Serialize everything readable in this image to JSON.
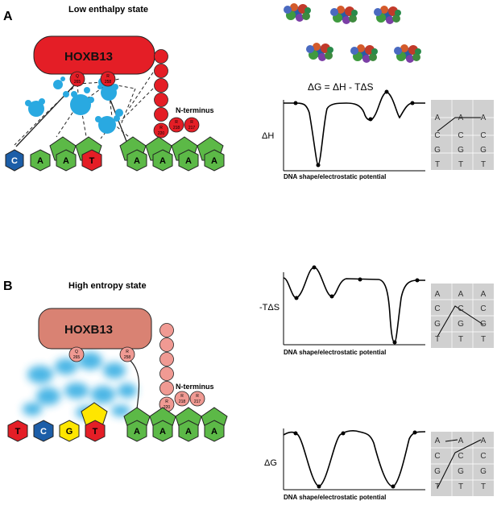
{
  "panels": {
    "a_label": "A",
    "b_label": "B",
    "a_title": "Low enthalpy state",
    "b_title": "High entropy state"
  },
  "protein": {
    "name": "HOXB13",
    "n_terminus": "N-terminus",
    "a_residues": [
      {
        "aa": "Q",
        "num": "265"
      },
      {
        "aa": "R",
        "num": "258"
      },
      {
        "aa": "R",
        "num": "220"
      },
      {
        "aa": "R",
        "num": "218"
      },
      {
        "aa": "R",
        "num": "217"
      }
    ],
    "b_residues": [
      {
        "aa": "Q",
        "num": "265"
      },
      {
        "aa": "R",
        "num": "258"
      },
      {
        "aa": "R",
        "num": "220"
      },
      {
        "aa": "R",
        "num": "218"
      },
      {
        "aa": "R",
        "num": "217"
      }
    ]
  },
  "dna": {
    "a_bases": [
      "C",
      "A",
      "A",
      "T",
      "A",
      "A",
      "A",
      "A"
    ],
    "b_bases": [
      "T",
      "C",
      "G",
      "T",
      "A",
      "A",
      "A",
      "A"
    ]
  },
  "equation": "ΔG = ΔH - TΔS",
  "plots": {
    "xlabel": "DNA shape/electrostatic potential",
    "dh_label": "ΔH",
    "tds_label": "-TΔS",
    "dg_label": "ΔG"
  },
  "grids": {
    "g1": [
      "A",
      "A",
      "A",
      "C",
      "C",
      "C",
      "G",
      "G",
      "G",
      "T",
      "T",
      "T"
    ],
    "g2": [
      "A",
      "A",
      "A",
      "C",
      "C",
      "C",
      "G",
      "G",
      "G",
      "T",
      "T",
      "T"
    ],
    "g3": [
      "A",
      "A",
      "A",
      "C",
      "C",
      "C",
      "G",
      "G",
      "G",
      "T",
      "T",
      "T"
    ]
  },
  "colors": {
    "red": "#e41e26",
    "salmon": "#d98273",
    "pink": "#f09a93",
    "green": "#5cb947",
    "blue": "#1c5ea8",
    "yellow": "#ffe600",
    "water": "#29a9e1",
    "grid_bg": "#d0d0d0"
  }
}
